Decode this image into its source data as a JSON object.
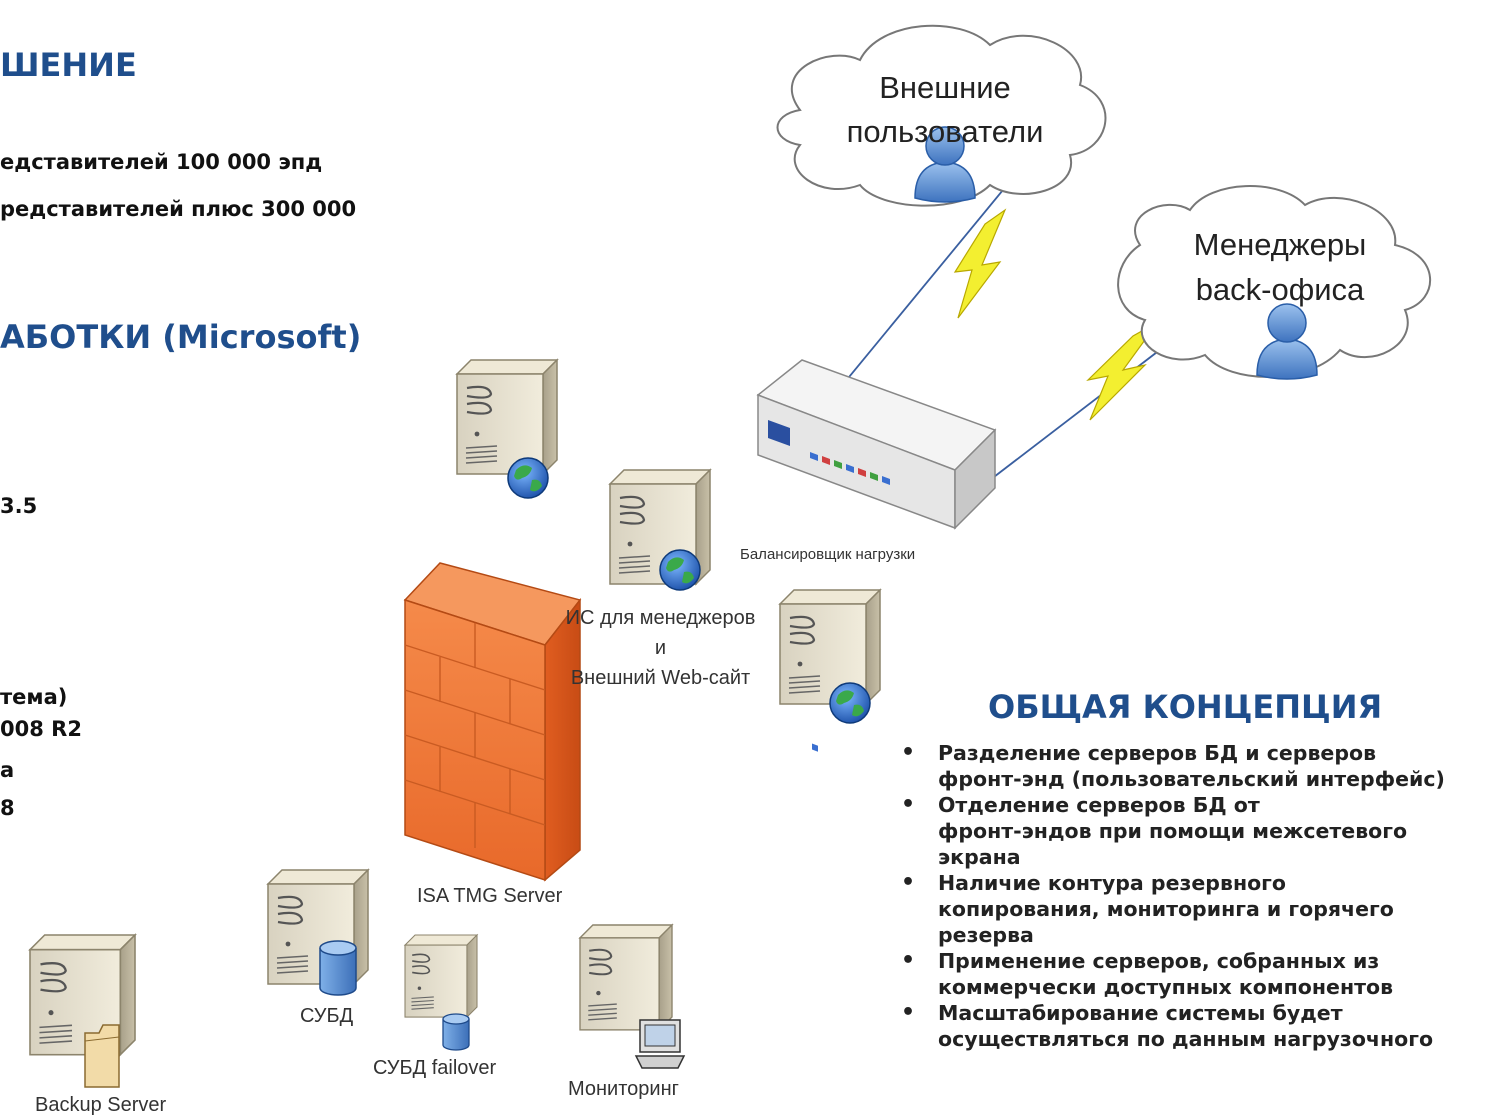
{
  "left_text": {
    "heading1": "ШЕНИЕ",
    "line1": "едставителей 100 000 эпд",
    "line2": "редставителей плюс 300 000",
    "heading2": "АБОТКИ (Microsoft)",
    "line3": "3.5",
    "line4": "тема)",
    "line5": "008 R2",
    "line6": "а",
    "line7": "8"
  },
  "clouds": {
    "external_users": [
      "Внешние",
      "пользователи"
    ],
    "backoffice": [
      "Менеджеры",
      "back-офиса"
    ]
  },
  "labels": {
    "balancer": "Балансировщик нагрузки",
    "web_servers": [
      "ИС для менеджеров",
      "и",
      "Внешний Web-сайт"
    ],
    "firewall": "ISA TMG Server",
    "dbms": "СУБД",
    "dbms_failover": "СУБД failover",
    "monitoring": "Мониторинг",
    "backup": "Backup Server"
  },
  "concept": {
    "title": "ОБЩАЯ КОНЦЕПЦИЯ",
    "items": [
      [
        "Разделение серверов БД и серверов",
        "фронт-энд (пользовательский интерфейс)"
      ],
      [
        "Отделение серверов БД от",
        "фронт-эндов при помощи межсетевого",
        "экрана"
      ],
      [
        "Наличие контура резервного",
        "копирования, мониторинга и горячего",
        "резерва"
      ],
      [
        "Применение серверов, собранных из",
        "коммерчески доступных компонентов"
      ],
      [
        "Масштабирование системы будет",
        "осуществляться по данным нагрузочного"
      ]
    ]
  },
  "colors": {
    "heading": "#1f4e8c",
    "firewall": "#f07a3a",
    "lightning": "#f3ef30",
    "user": "#5b8ed0"
  }
}
